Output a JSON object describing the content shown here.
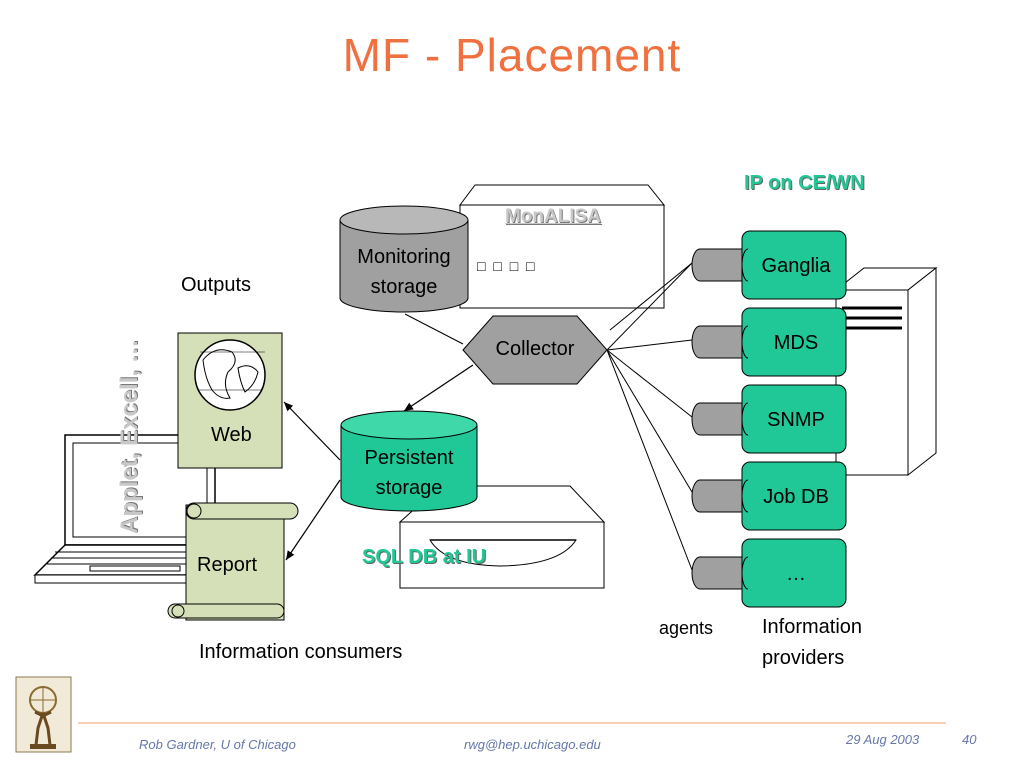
{
  "slide": {
    "title": "MF - Placement",
    "number": "40"
  },
  "labels": {
    "ip_on_ce_wn": "IP on CE/WN",
    "monalisa": "MonALISA",
    "monalisa_box_glyphs": "□ □ □ □",
    "monitoring_storage": [
      "Monitoring",
      "storage"
    ],
    "collector": "Collector",
    "persistent_storage": [
      "Persistent",
      "storage"
    ],
    "sql_db": "SQL DB at IU",
    "outputs": "Outputs",
    "web": "Web",
    "report": "Report",
    "applet_excel": "Applet, Excell, …",
    "information_consumers": "Information consumers",
    "agents": "agents",
    "information_providers": [
      "Information",
      "providers"
    ]
  },
  "providers": [
    "Ganglia",
    "MDS",
    "SNMP",
    "Job DB",
    "…"
  ],
  "colors": {
    "title": "#f07040",
    "teal": "#1fc896",
    "grey": "#a0a0a0",
    "doc_green": "#d5e0b8",
    "footer": "#6677aa"
  },
  "footer": {
    "author": "Rob Gardner, U of Chicago",
    "email": "rwg@hep.uchicago.edu",
    "date": "29 Aug 2003"
  },
  "icons": [
    "atlas-logo-icon",
    "globe-icon",
    "laptop-icon",
    "server-tower-icon",
    "tape-drive-icon",
    "scroll-icon"
  ]
}
